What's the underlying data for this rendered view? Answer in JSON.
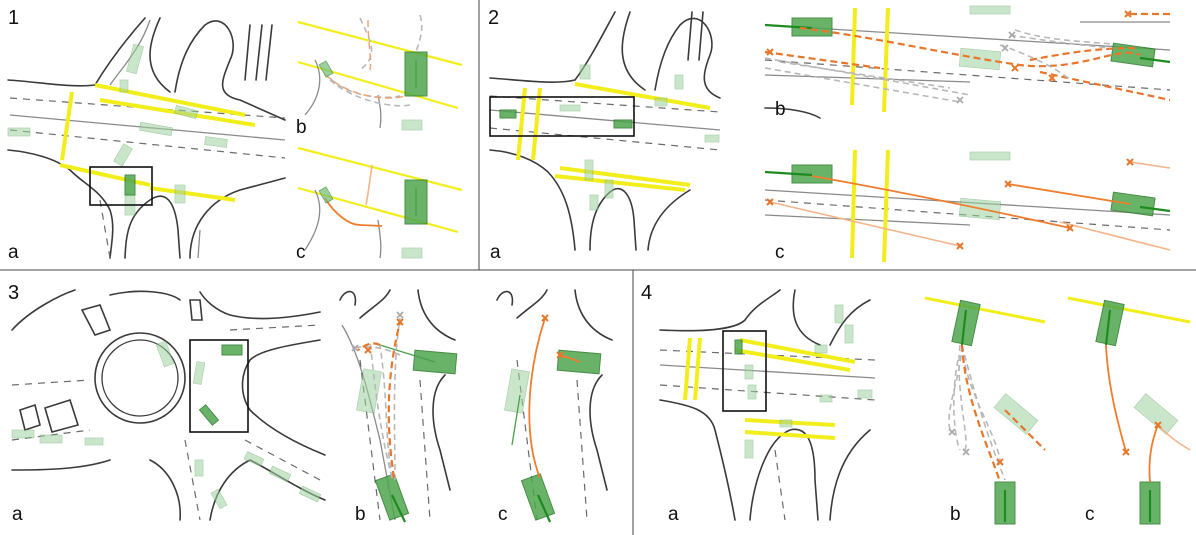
{
  "panels": [
    {
      "number": "1",
      "subs": [
        "a",
        "b",
        "c"
      ]
    },
    {
      "number": "2",
      "subs": [
        "a",
        "b",
        "c"
      ]
    },
    {
      "number": "3",
      "subs": [
        "a",
        "b",
        "c"
      ]
    },
    {
      "number": "4",
      "subs": [
        "a",
        "b",
        "c"
      ]
    }
  ],
  "colors": {
    "ego_vehicle": "#4fa64f",
    "other_vehicle": "#9fd39f",
    "stop_line": "#f2ee1c",
    "prediction": "#e8762a",
    "alt_prediction": "#b8b8b8",
    "road_edge": "#3a3a3a"
  }
}
